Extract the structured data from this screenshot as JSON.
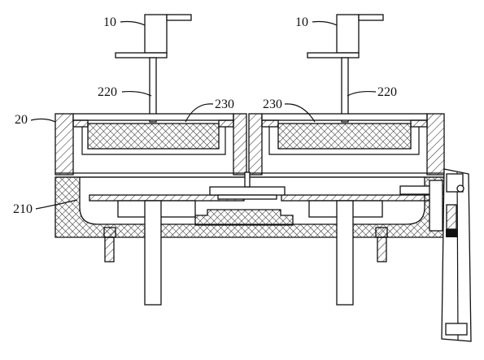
{
  "labels": {
    "actuator_left": "10",
    "actuator_right": "10",
    "rod_left": "220",
    "rod_right": "220",
    "plate_left": "230",
    "plate_right": "230",
    "housing": "20",
    "chamber": "210"
  }
}
